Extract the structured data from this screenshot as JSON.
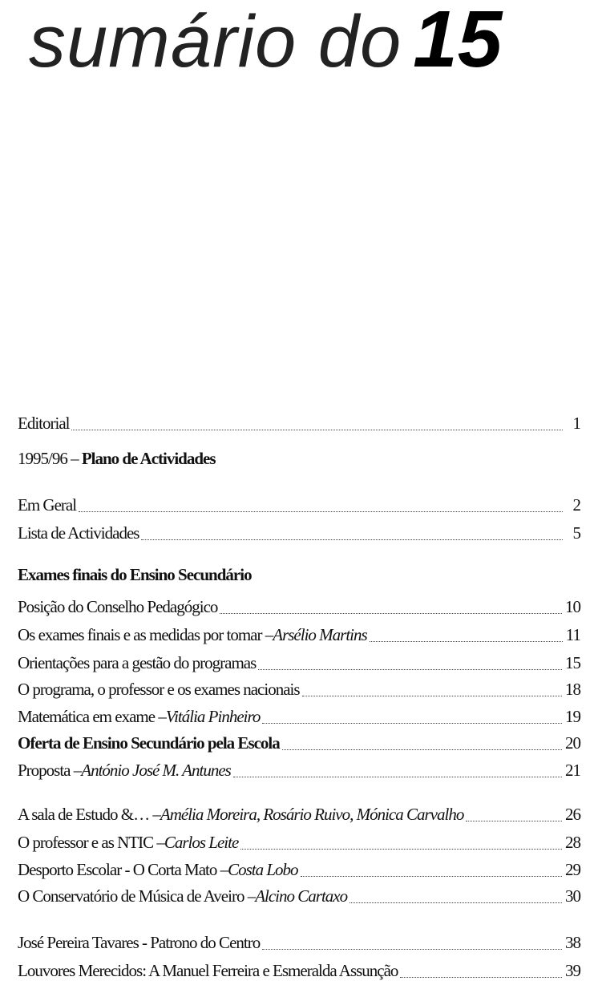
{
  "header": {
    "title_text": "sumário do",
    "issue_number": "15"
  },
  "sections": [
    {
      "heading": null,
      "heading_bold": null,
      "entries": [
        {
          "title": "Editorial",
          "author": "",
          "bold": false,
          "page": "1"
        }
      ]
    },
    {
      "heading": "1995/96 – ",
      "heading_bold": "Plano de Actividades",
      "entries": [
        {
          "title": "Em Geral",
          "author": "",
          "bold": false,
          "page": "2"
        },
        {
          "title": "Lista de Actividades",
          "author": "",
          "bold": false,
          "page": "5"
        }
      ]
    },
    {
      "heading": "",
      "heading_bold": "Exames finais do Ensino Secundário",
      "entries": [
        {
          "title": "Posição do Conselho Pedagógico",
          "author": "",
          "bold": false,
          "page": "10"
        },
        {
          "title": "Os exames finais e as medidas por tomar – ",
          "author": "Arsélio Martins",
          "bold": false,
          "page": "11"
        },
        {
          "title": "Orientações para a gestão do programas",
          "author": "",
          "bold": false,
          "page": "15"
        },
        {
          "title": "O programa, o professor e  os exames nacionais",
          "author": "",
          "bold": false,
          "page": "18"
        },
        {
          "title": "Matemática em exame  – ",
          "author": "Vitália Pinheiro",
          "bold": false,
          "page": "19"
        },
        {
          "title": "Oferta de Ensino Secundário pela Escola",
          "author": "",
          "bold": true,
          "page": "20"
        },
        {
          "title": "Proposta  – ",
          "author": "António José M. Antunes",
          "bold": false,
          "page": "21"
        }
      ]
    },
    {
      "heading": null,
      "heading_bold": null,
      "entries": [
        {
          "title": "A sala de Estudo &… – ",
          "author": "Amélia Moreira, Rosário Ruivo, Mónica Carvalho",
          "bold": false,
          "page": "26"
        },
        {
          "title": "O professor e as NTIC  – ",
          "author": "Carlos Leite",
          "bold": false,
          "page": "28"
        },
        {
          "title": "Desporto Escolar - O Corta Mato – ",
          "author": "Costa  Lobo",
          "bold": false,
          "page": "29"
        },
        {
          "title": "O Conservatório de Música de Aveiro – ",
          "author": "Alcino Cartaxo",
          "bold": false,
          "page": "30"
        }
      ]
    },
    {
      "heading": null,
      "heading_bold": null,
      "entries": [
        {
          "title": "José Pereira Tavares - Patrono do Centro",
          "author": "",
          "bold": false,
          "page": "38"
        },
        {
          "title": "Louvores Merecidos:  A Manuel Ferreira e   Esmeralda Assunção",
          "author": "",
          "bold": false,
          "page": "39"
        }
      ]
    }
  ]
}
